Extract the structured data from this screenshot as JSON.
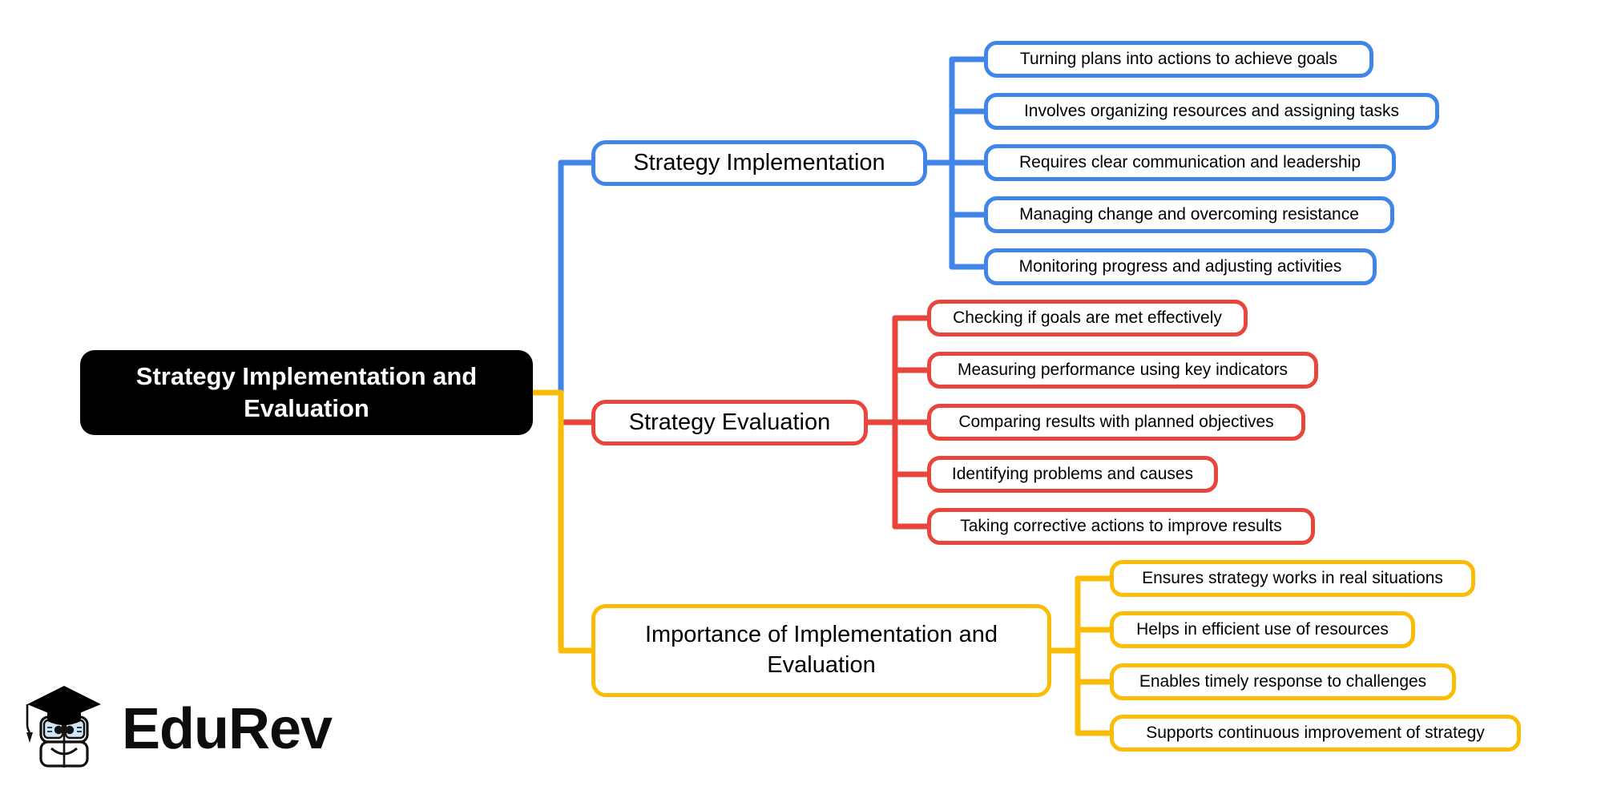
{
  "diagram": {
    "type": "mind-map",
    "title": "Strategy Implementation and Evaluation",
    "background": "#ffffff",
    "root": {
      "label": "Strategy Implementation and Evaluation",
      "fill": "#000000",
      "text_color": "#ffffff"
    },
    "branches": [
      {
        "id": "strategy-implementation",
        "label": "Strategy Implementation",
        "color": "#4285E8",
        "children": [
          {
            "label": "Turning plans into actions to achieve goals"
          },
          {
            "label": "Involves organizing resources and assigning tasks"
          },
          {
            "label": "Requires clear communication and leadership"
          },
          {
            "label": "Managing change and overcoming resistance"
          },
          {
            "label": "Monitoring progress and adjusting activities"
          }
        ]
      },
      {
        "id": "strategy-evaluation",
        "label": "Strategy Evaluation",
        "color": "#E8453C",
        "children": [
          {
            "label": "Checking if goals are met effectively"
          },
          {
            "label": "Measuring performance using key indicators"
          },
          {
            "label": "Comparing results with planned objectives"
          },
          {
            "label": "Identifying problems and causes"
          },
          {
            "label": "Taking corrective actions to improve results"
          }
        ]
      },
      {
        "id": "importance-of-implementation-and-evaluation",
        "label": "Importance of Implementation and Evaluation",
        "color": "#FBBC05",
        "children": [
          {
            "label": "Ensures strategy works in real situations"
          },
          {
            "label": "Helps in efficient use of resources"
          },
          {
            "label": "Enables timely response to challenges"
          },
          {
            "label": "Supports continuous improvement of strategy"
          }
        ]
      }
    ]
  },
  "logo": {
    "wordmark": "EduRev",
    "glasses_color": "#cfe4f7",
    "cap_color": "#000000"
  }
}
